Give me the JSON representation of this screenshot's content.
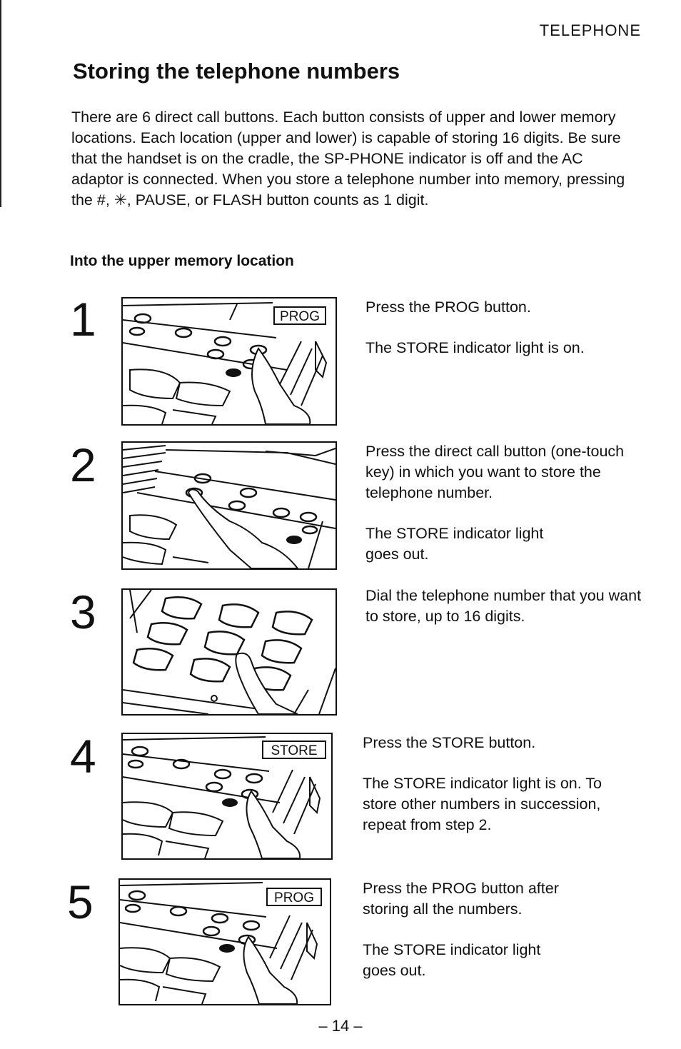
{
  "header": {
    "section": "TELEPHONE"
  },
  "title": "Storing the telephone numbers",
  "intro": "There are 6 direct call buttons. Each button consists of upper and lower memory locations. Each location (upper and lower) is capable of storing 16 digits. Be sure that the handset is on the cradle, the SP-PHONE indicator is off and the AC adaptor is connected. When you store a telephone number into memory, pressing the #, ✳, PAUSE, or FLASH button counts as 1 digit.",
  "subheading": "Into the upper memory location",
  "steps": [
    {
      "number": "1",
      "button_label": "PROG",
      "instruction": "Press the PROG button.",
      "result": "The STORE indicator light is on."
    },
    {
      "number": "2",
      "instruction": "Press the direct call button (one-touch key) in which you want to store the telephone number.",
      "result": "The STORE indicator light goes out."
    },
    {
      "number": "3",
      "instruction": "Dial the telephone number that you want to store, up to 16 digits."
    },
    {
      "number": "4",
      "button_label": "STORE",
      "instruction": "Press the STORE button.",
      "result": "The STORE indicator light is on. To store other numbers in succession, repeat from step 2."
    },
    {
      "number": "5",
      "button_label": "PROG",
      "instruction": "Press the PROG button after storing all the numbers.",
      "result": "The STORE indicator light goes out."
    }
  ],
  "page_number": "– 14 –"
}
